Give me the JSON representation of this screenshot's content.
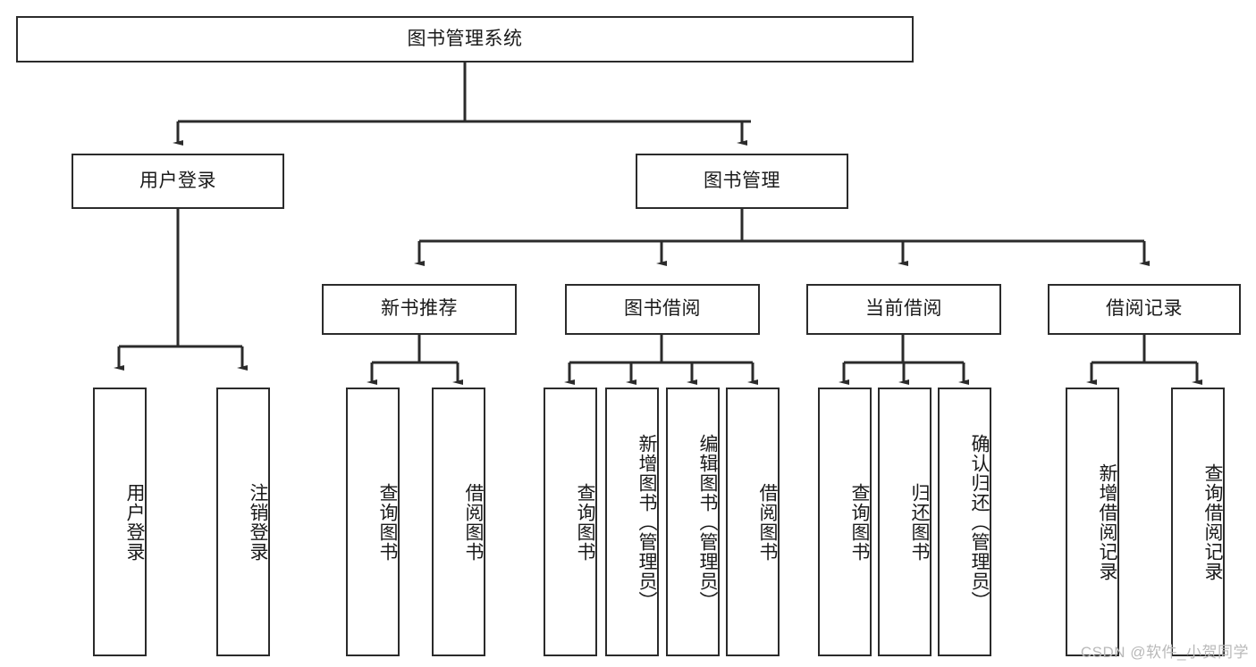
{
  "diagram": {
    "title": "图书管理系统",
    "type": "tree",
    "watermark": "CSDN @软件_小贺同学",
    "colors": {
      "stroke": "#2b2b2b",
      "fill": "#ffffff",
      "text": "#1a1a1a",
      "watermark": "#b9b9b9"
    },
    "nodes": {
      "root": "图书管理系统",
      "level1": [
        "用户登录",
        "图书管理"
      ],
      "level2": [
        "新书推荐",
        "图书借阅",
        "当前借阅",
        "借阅记录"
      ],
      "leaves": {
        "user_login": [
          "用户登录",
          "注销登录"
        ],
        "new_book": [
          "查询图书",
          "借阅图书"
        ],
        "book_borrow": [
          "查询图书",
          "新增图书（管理员）",
          "编辑图书（管理员）",
          "借阅图书"
        ],
        "current_borrow": [
          "查询图书",
          "归还图书",
          "确认归还（管理员）"
        ],
        "borrow_record": [
          "新增借阅记录",
          "查询借阅记录"
        ]
      }
    }
  }
}
